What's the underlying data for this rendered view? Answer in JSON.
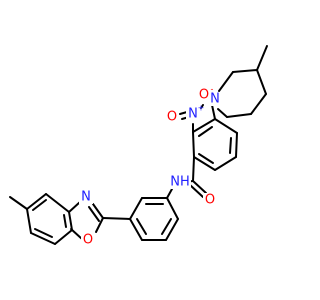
{
  "colors": {
    "bond": "#000000",
    "carbon": "#000000",
    "nitrogen": "#2020ff",
    "oxygen": "#ff0000"
  },
  "atoms": {
    "piperidine_n": "N",
    "nitro_n": "N",
    "nitro_n_charge": "+",
    "nitro_o_top": "O",
    "nitro_o_top_charge": "-",
    "nitro_o_left": "O",
    "amide_nh": "NH",
    "amide_o": "O",
    "oxazole_n": "N",
    "oxazole_o": "O"
  }
}
